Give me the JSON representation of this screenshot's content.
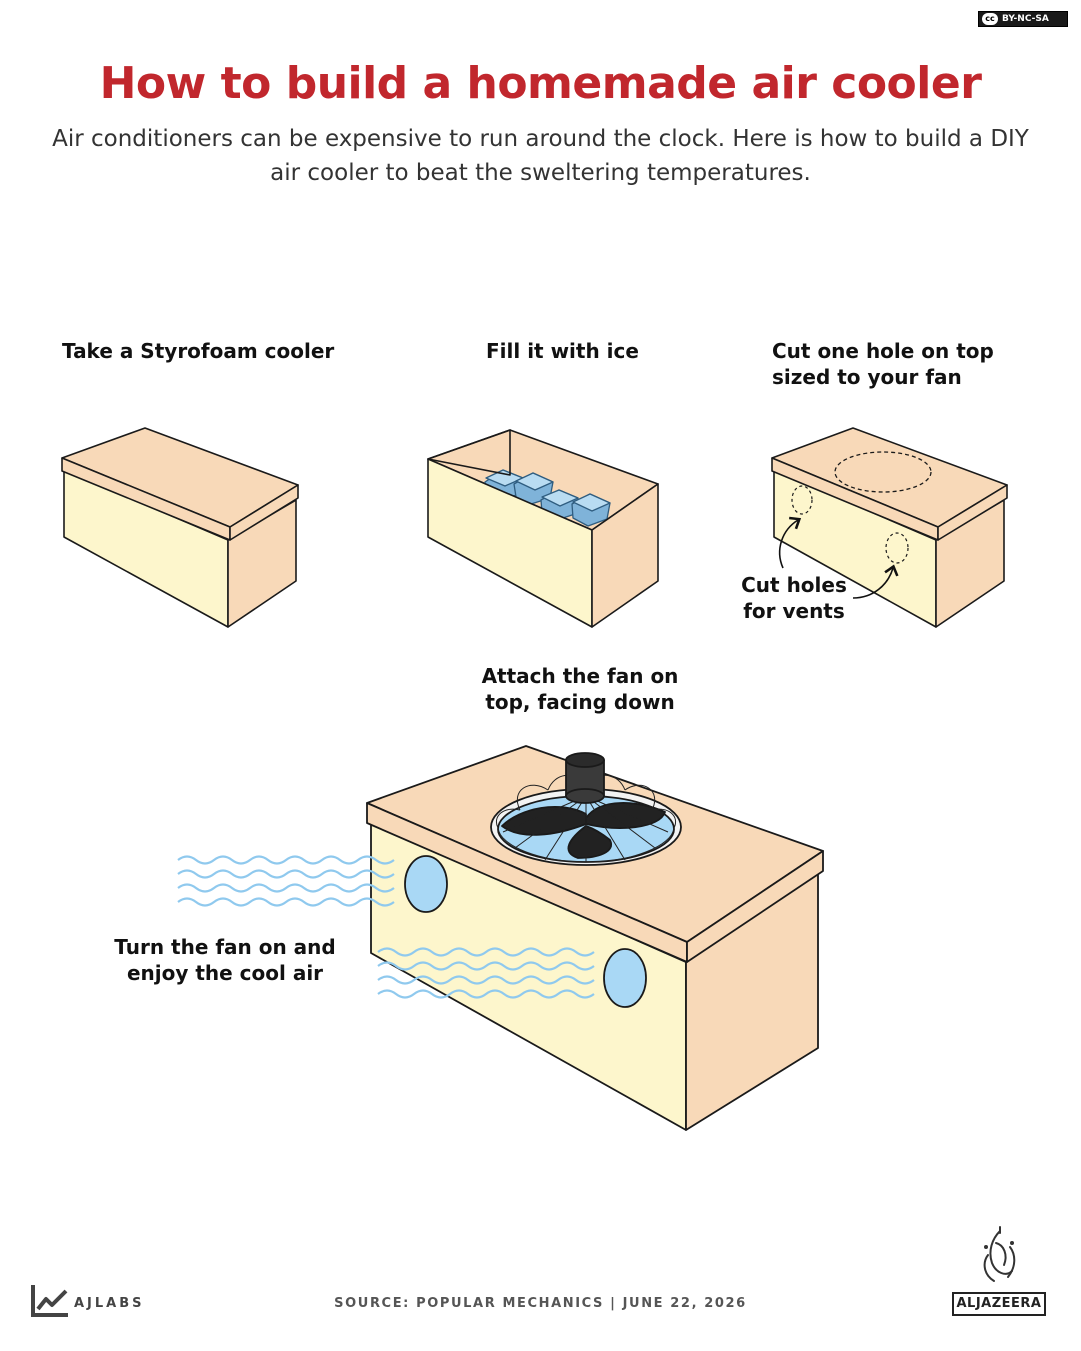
{
  "header": {
    "title": "How to build a homemade air cooler",
    "subtitle": "Air conditioners can be expensive to run around the clock. Here is how to build a DIY air cooler to beat the sweltering temperatures."
  },
  "license": {
    "cc": "cc",
    "label": "BY-NC-SA"
  },
  "steps": [
    {
      "label": "Take a Styrofoam cooler"
    },
    {
      "label": "Fill it with ice"
    },
    {
      "label": "Cut one hole on top sized to your fan"
    },
    {
      "label": "Attach the fan on top, facing down"
    },
    {
      "label": "Turn the fan on and enjoy the cool air"
    }
  ],
  "annotations": {
    "vents": "Cut holes for vents"
  },
  "footer": {
    "source": "SOURCE:  POPULAR MECHANICS  |  JUNE 22, 2026",
    "left_brand": "AJLABS",
    "right_brand": "ALJAZEERA"
  },
  "colors": {
    "title": "#c1272d",
    "lid": "#f8d9b8",
    "box": "#fdf6cc",
    "ice": "#7fb3d9",
    "hole": "#a9d8f5",
    "fan": "#2b2b2b",
    "wave": "#8fc9ee"
  }
}
